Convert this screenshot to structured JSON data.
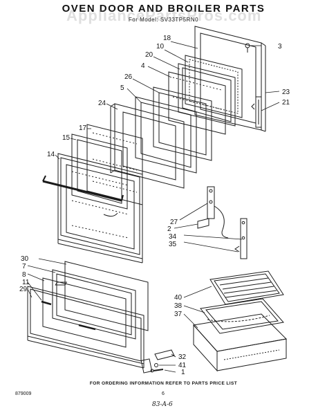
{
  "header": {
    "title": "OVEN DOOR AND BROILER PARTS",
    "subtitle": "For Model: SV33TP5RN0",
    "watermark": "AppliancePartsPros.com"
  },
  "callouts": [
    "18",
    "10",
    "3",
    "20",
    "4",
    "26",
    "23",
    "21",
    "5",
    "24",
    "17",
    "15",
    "14",
    "27",
    "2",
    "34",
    "35",
    "30",
    "7",
    "8",
    "11",
    "29",
    "40",
    "38",
    "37",
    "32",
    "41",
    "1"
  ],
  "footer": {
    "note": "FOR ORDERING INFORMATION REFER TO PARTS PRICE LIST",
    "code": "879009",
    "page": "6",
    "handwritten": "83-A-6"
  }
}
